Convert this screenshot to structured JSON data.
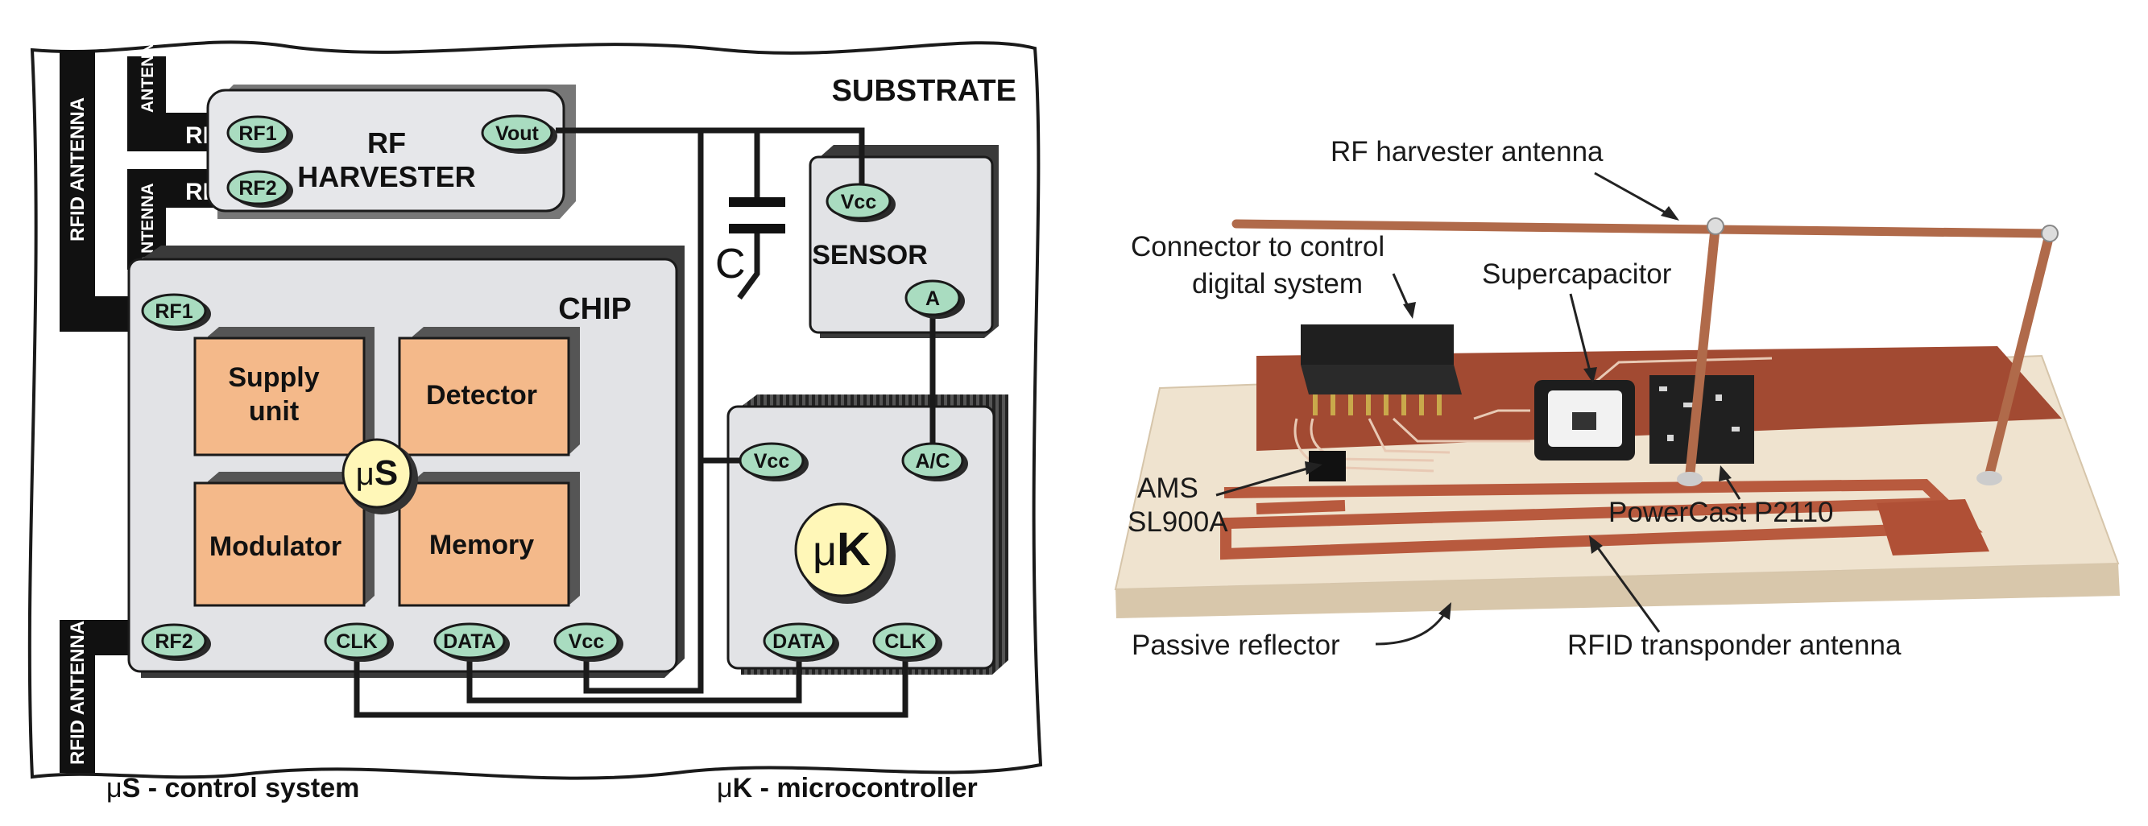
{
  "schematic": {
    "substrate": "SUBSTRATE",
    "rf_harvester": {
      "line1": "RF",
      "line2": "HARVESTER"
    },
    "chip": "CHIP",
    "sensor": "SENSOR",
    "capacitor": "C",
    "antenna_labels": {
      "rfid": "RFID ANTENNA",
      "harvester": "ANTENNA",
      "rf": "RF"
    },
    "pads": {
      "rf1_harvester": "RF1",
      "rf2_harvester": "RF2",
      "vout": "Vout",
      "sensor_vcc": "Vcc",
      "sensor_a": "A",
      "chip_rf1": "RF1",
      "chip_rf2": "RF2",
      "chip_clk": "CLK",
      "chip_data": "DATA",
      "chip_vcc": "Vcc",
      "mk_vcc": "Vcc",
      "mk_ac": "A/C",
      "mk_data": "DATA",
      "mk_clk": "CLK"
    },
    "units": {
      "supply_1": "Supply",
      "supply_2": "unit",
      "detector": "Detector",
      "modulator": "Modulator",
      "memory": "Memory"
    },
    "mu_s": {
      "mu": "μ",
      "letter": "S"
    },
    "mu_k": {
      "mu": "μ",
      "letter": "K"
    },
    "legend": {
      "control": {
        "mu": "μ",
        "rest": "S - control system"
      },
      "micro": {
        "mu": "μ",
        "rest": "K - microcontroller"
      }
    }
  },
  "photo": {
    "labels": {
      "rf_antenna": "RF harvester antenna",
      "connector_1": "Connector to control",
      "connector_2": "digital system",
      "supercap": "Supercapacitor",
      "ams_1": "AMS",
      "ams_2": "SL900A",
      "powercast": "PowerCast P2110",
      "reflector": "Passive reflector",
      "rfid_antenna": "RFID transponder antenna"
    }
  }
}
